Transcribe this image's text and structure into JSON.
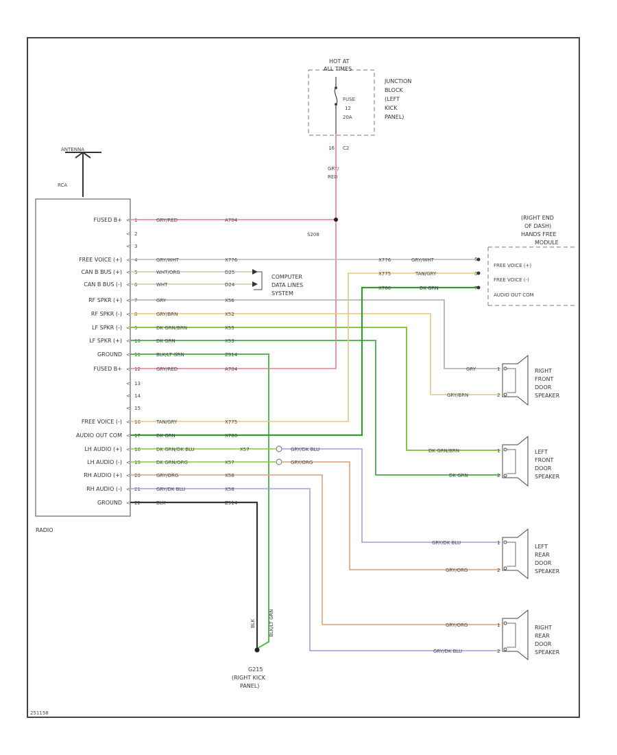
{
  "colors": {
    "pink": "#e87c8c",
    "gray": "#a9a9a9",
    "tan": "#e3c77f",
    "green_dark": "#2f9a2f",
    "green_light": "#8cc63e",
    "orange": "#d9a07a",
    "blue": "#9aa3d8",
    "black": "#333333"
  },
  "fuse_block": {
    "hot_at": "HOT AT",
    "all_times": "ALL TIMES",
    "fuse": "FUSE",
    "fuse_num": "12",
    "fuse_amp": "20A",
    "junction_block": [
      "JUNCTION",
      "BLOCK",
      "(LEFT",
      "KICK",
      "PANEL)"
    ],
    "pin_left": "16",
    "pin_right": "C2",
    "wire_color": [
      "GRY/",
      "RED"
    ]
  },
  "splice": "S208",
  "antenna": "ANTENNA",
  "ant_pin": "RCA",
  "radio": {
    "name": "RADIO",
    "labels": [
      {
        "text": "FUSED B+",
        "pin": "1"
      },
      {
        "text": "",
        "pin": "2"
      },
      {
        "text": "",
        "pin": "3"
      },
      {
        "text": "FREE VOICE (+)",
        "pin": "4"
      },
      {
        "text": "CAN B BUS (+)",
        "pin": "5"
      },
      {
        "text": "CAN B BUS (-)",
        "pin": "6"
      },
      {
        "text": "RF SPKR (+)",
        "pin": "7"
      },
      {
        "text": "RF SPKR (-)",
        "pin": "8"
      },
      {
        "text": "LF SPKR (-)",
        "pin": "9"
      },
      {
        "text": "LF SPKR (+)",
        "pin": "10"
      },
      {
        "text": "GROUND",
        "pin": "11"
      },
      {
        "text": "FUSED B+",
        "pin": "12"
      },
      {
        "text": "",
        "pin": "13"
      },
      {
        "text": "",
        "pin": "14"
      },
      {
        "text": "",
        "pin": "15"
      },
      {
        "text": "FREE VOICE (-)",
        "pin": "16"
      },
      {
        "text": "AUDIO OUT COM",
        "pin": "17"
      },
      {
        "text": "LH AUDIO (+)",
        "pin": "18"
      },
      {
        "text": "LH AUDIO (-)",
        "pin": "19"
      },
      {
        "text": "RH AUDIO (+)",
        "pin": "20"
      },
      {
        "text": "RH AUDIO (-)",
        "pin": "21"
      },
      {
        "text": "GROUND",
        "pin": "22"
      }
    ]
  },
  "wires": [
    {
      "color": "GRY/RED",
      "circuit": "A704"
    },
    {
      "color": "GRY/WHT",
      "circuit": "X776"
    },
    {
      "color": "WHT/ORG",
      "circuit": "D25"
    },
    {
      "color": "WHT",
      "circuit": "D24"
    },
    {
      "color": "GRY",
      "circuit": "X56"
    },
    {
      "color": "GRY/BRN",
      "circuit": "X52"
    },
    {
      "color": "DK GRN/BRN",
      "circuit": "X55"
    },
    {
      "color": "DK GRN",
      "circuit": "X53"
    },
    {
      "color": "BLK/LT GRN",
      "circuit": "Z914"
    },
    {
      "color": "GRY/RED",
      "circuit": "A704"
    },
    {
      "color": "TAN/GRY",
      "circuit": "X775"
    },
    {
      "color": "DK GRN",
      "circuit": "X780"
    },
    {
      "color": "DK GRN/DK BLU",
      "circuit": "X57"
    },
    {
      "color": "DK GRN/ORG",
      "circuit": "X57"
    },
    {
      "color": "GRY/ORG",
      "circuit": "X58"
    },
    {
      "color": "GRY/DK BLU",
      "circuit": "X58"
    },
    {
      "color": "BLK",
      "circuit": "Z914"
    }
  ],
  "mid_wires": [
    "GRY/DK BLU",
    "GRY/ORG"
  ],
  "computer_data": [
    "COMPUTER",
    "DATA LINES",
    "SYSTEM"
  ],
  "hands_free": {
    "title": [
      "(RIGHT END",
      "OF DASH)",
      "HANDS FREE",
      "MODULE"
    ],
    "pins": [
      "6",
      "8",
      "7"
    ],
    "circuits": [
      "X776",
      "X775",
      "X780"
    ],
    "colors": [
      "GRY/WHT",
      "TAN/GRY",
      "DK GRN"
    ],
    "labels": [
      "FREE VOICE (+)",
      "FREE VOICE (-)",
      "AUDIO OUT COM"
    ]
  },
  "speakers": [
    {
      "name": [
        "RIGHT",
        "FRONT",
        "DOOR",
        "SPEAKER"
      ],
      "wire1": "GRY",
      "wire2": "GRY/BRN",
      "pin1": "1",
      "pin2": "2"
    },
    {
      "name": [
        "LEFT",
        "FRONT",
        "DOOR",
        "SPEAKER"
      ],
      "wire1": "DK GRN/BRN",
      "wire2": "DK GRN",
      "pin1": "1",
      "pin2": "2"
    },
    {
      "name": [
        "LEFT",
        "REAR",
        "DOOR",
        "SPEAKER"
      ],
      "wire1": "GRY/DK BLU",
      "wire2": "GRY/ORG",
      "pin1": "1",
      "pin2": "2"
    },
    {
      "name": [
        "RIGHT",
        "REAR",
        "DOOR",
        "SPEAKER"
      ],
      "wire1": "GRY/ORG",
      "wire2": "GRY/DK BLU",
      "pin1": "1",
      "pin2": "2"
    }
  ],
  "ground": {
    "id": "G215",
    "location": [
      "(RIGHT KICK",
      "PANEL)"
    ],
    "wire_a": "BLK",
    "wire_b": "BLK/LT GRN"
  },
  "footer": "251158"
}
